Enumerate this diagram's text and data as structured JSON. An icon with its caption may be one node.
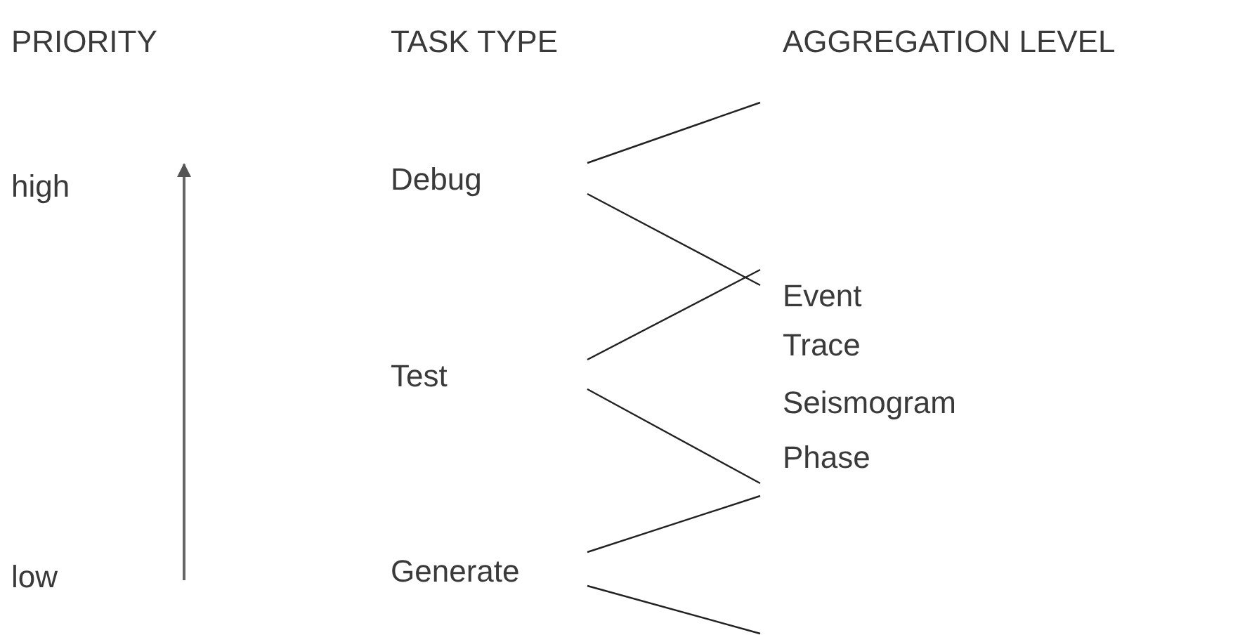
{
  "diagram": {
    "labels": [
      "PRIORITY",
      "TASK TYPE",
      "AGGREGATION LEVEL",
      "high",
      "Debug",
      "Event",
      "Trace",
      "Test",
      "Seismogram",
      "Phase",
      "low",
      "Generate"
    ]
  }
}
